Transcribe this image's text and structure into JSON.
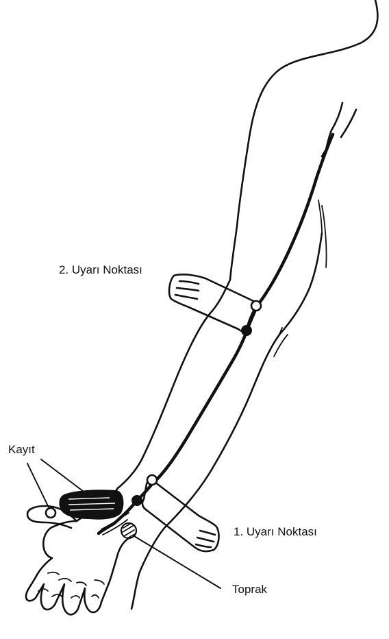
{
  "labels": {
    "stim2": "2. Uyarı Noktası",
    "stim1": "1. Uyarı Noktası",
    "ground": "Toprak",
    "record": "Kayıt"
  },
  "colors": {
    "ink": "#111111",
    "background": "#ffffff"
  }
}
